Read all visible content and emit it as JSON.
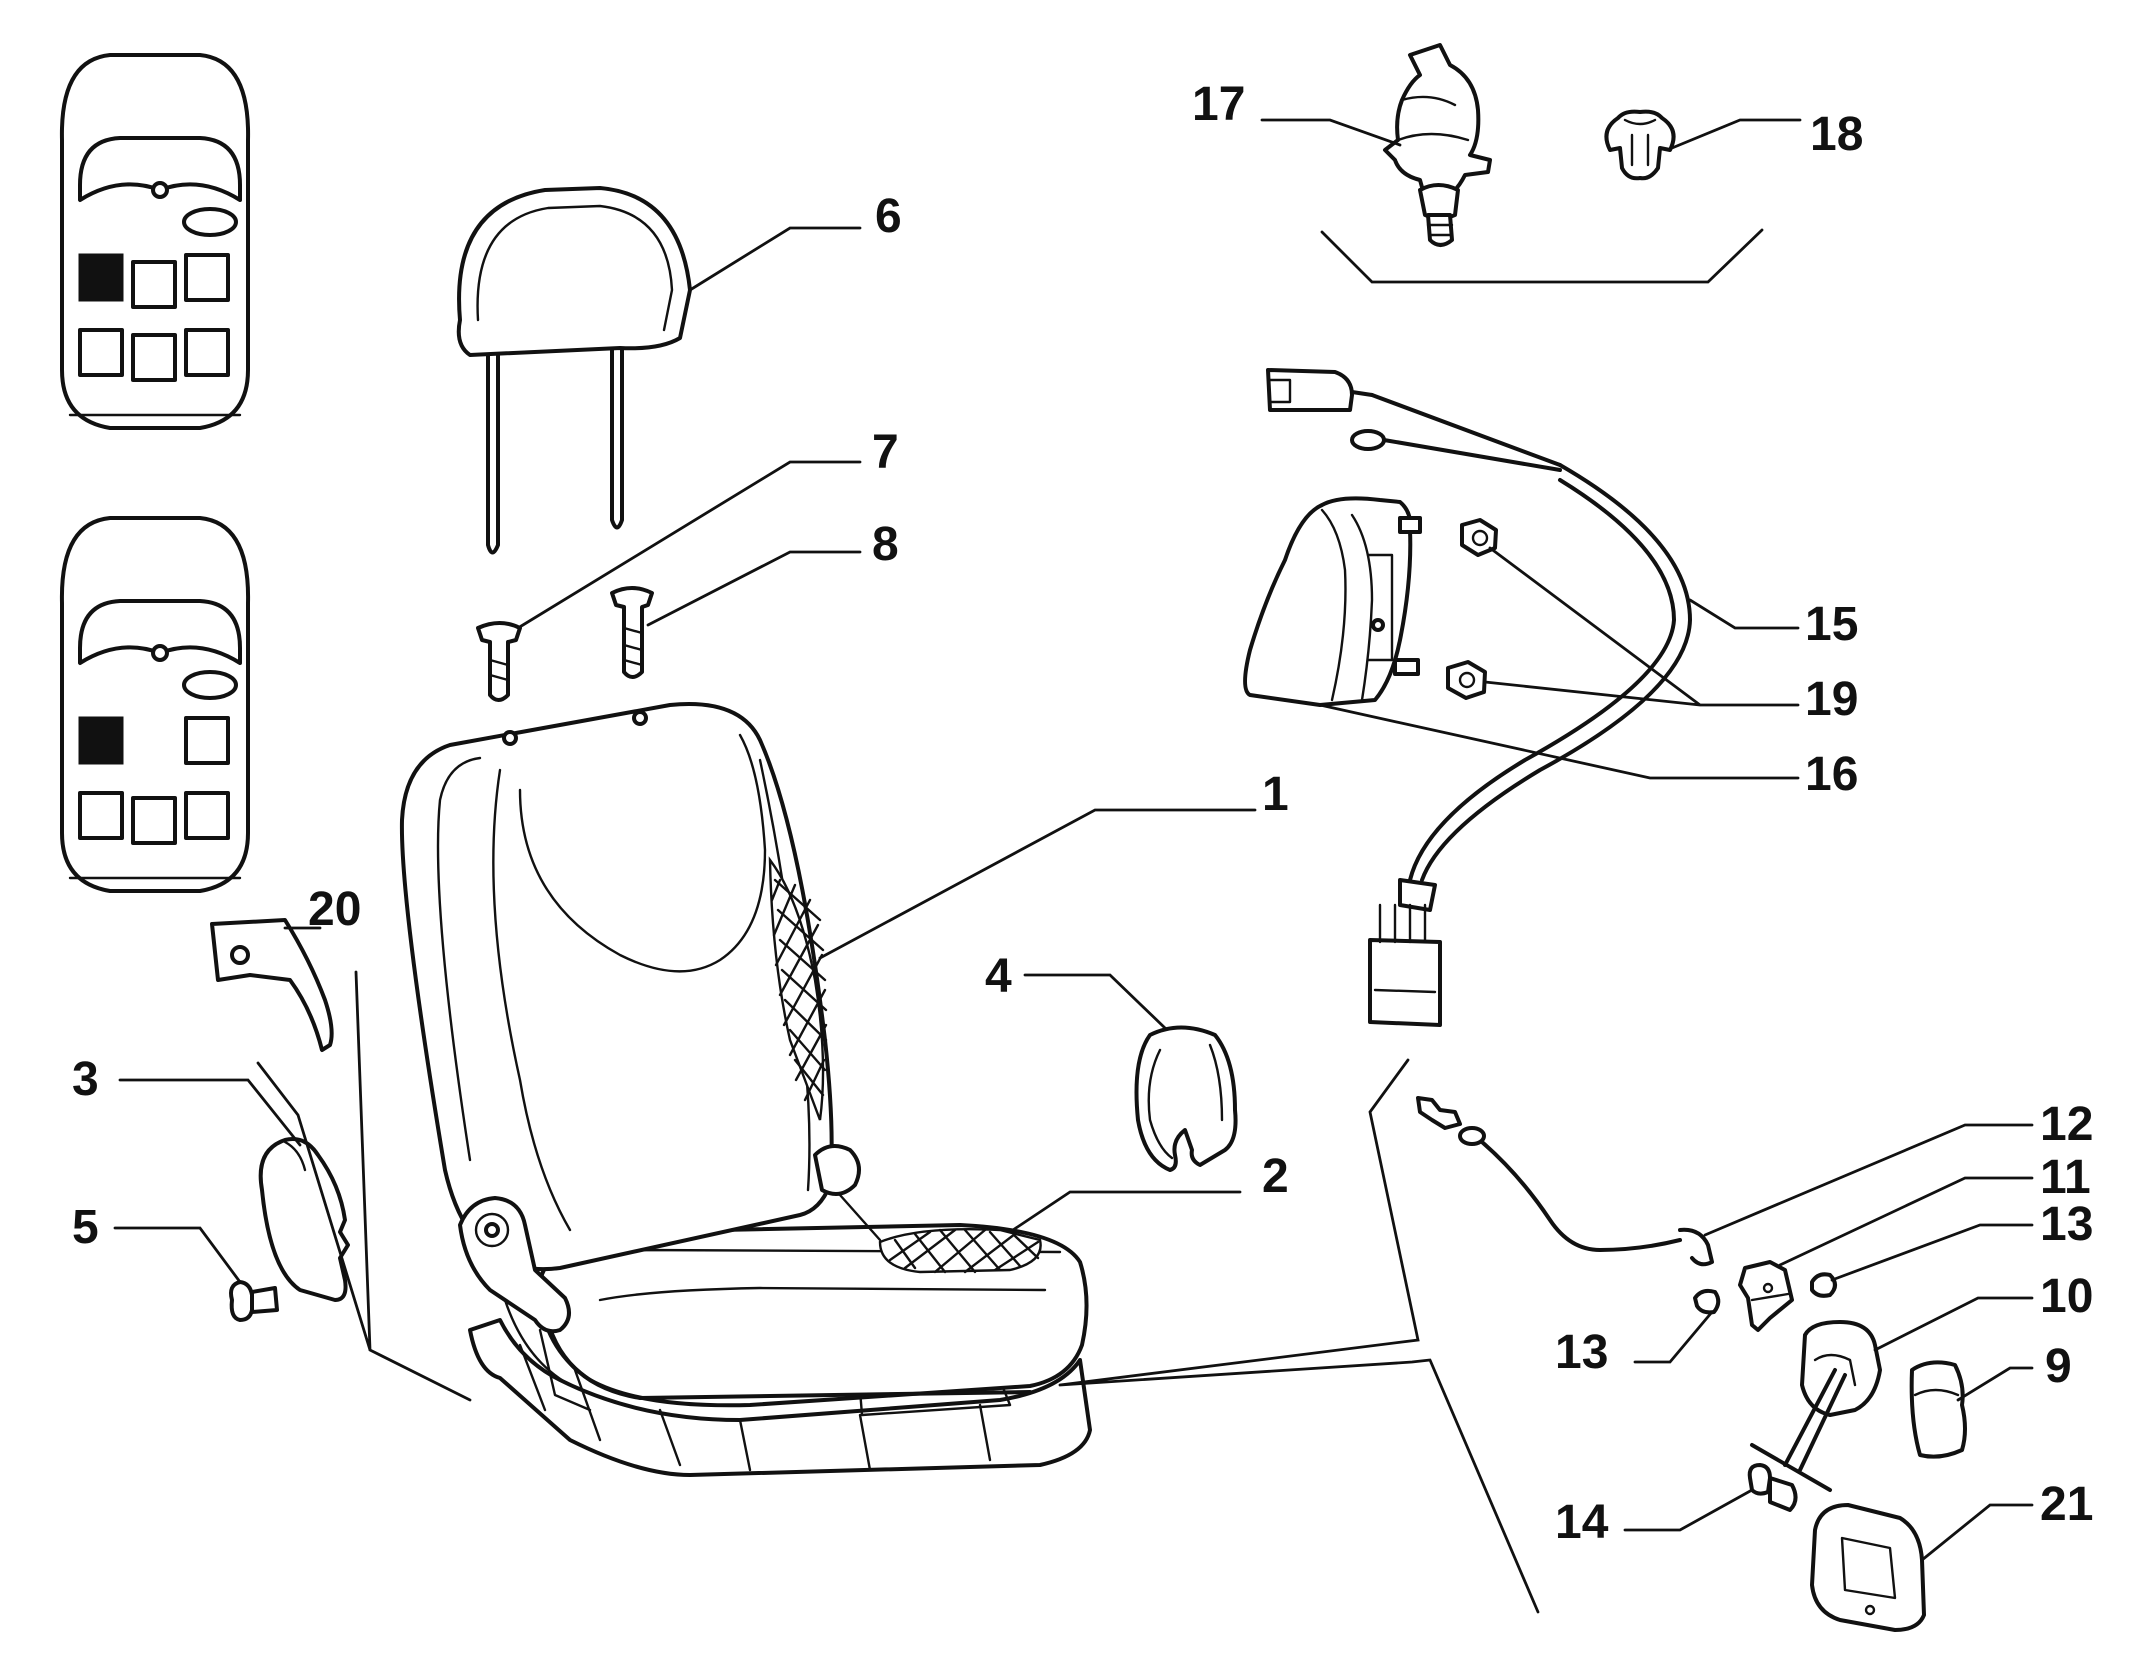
{
  "diagram": {
    "callouts": [
      {
        "id": "1",
        "label": "1"
      },
      {
        "id": "2",
        "label": "2"
      },
      {
        "id": "3",
        "label": "3"
      },
      {
        "id": "4",
        "label": "4"
      },
      {
        "id": "5",
        "label": "5"
      },
      {
        "id": "6",
        "label": "6"
      },
      {
        "id": "7",
        "label": "7"
      },
      {
        "id": "8",
        "label": "8"
      },
      {
        "id": "9",
        "label": "9"
      },
      {
        "id": "10",
        "label": "10"
      },
      {
        "id": "11",
        "label": "11"
      },
      {
        "id": "12",
        "label": "12"
      },
      {
        "id": "13a",
        "label": "13"
      },
      {
        "id": "13b",
        "label": "13"
      },
      {
        "id": "14",
        "label": "14"
      },
      {
        "id": "15",
        "label": "15"
      },
      {
        "id": "16",
        "label": "16"
      },
      {
        "id": "17",
        "label": "17"
      },
      {
        "id": "18",
        "label": "18"
      },
      {
        "id": "19",
        "label": "19"
      },
      {
        "id": "20",
        "label": "20"
      },
      {
        "id": "21",
        "label": "21"
      }
    ]
  }
}
